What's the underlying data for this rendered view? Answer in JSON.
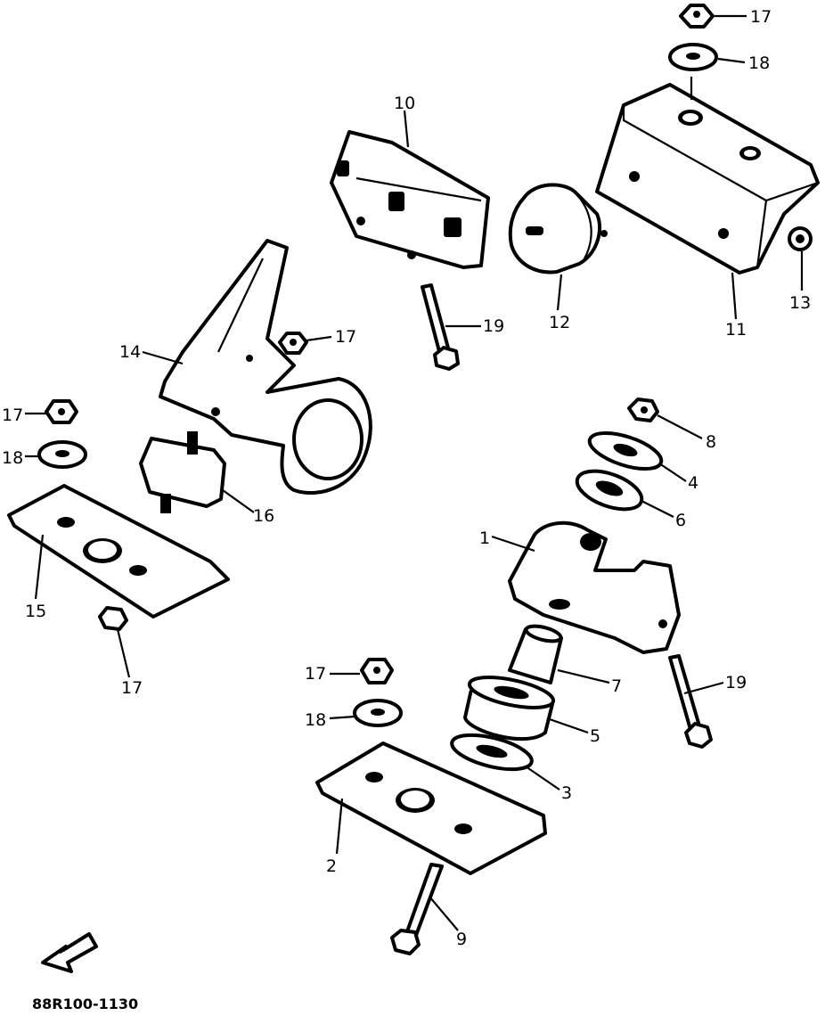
{
  "diagram": {
    "drawing_code": "88R100-1130",
    "direction_arrow_label": "FWD",
    "callouts": {
      "p1": "1",
      "p2": "2",
      "p3": "3",
      "p4": "4",
      "p5": "5",
      "p6": "6",
      "p7": "7",
      "p8": "8",
      "p9": "9",
      "p10": "10",
      "p11": "11",
      "p12": "12",
      "p13": "13",
      "p14": "14",
      "p15": "15",
      "p16": "16",
      "p17": "17",
      "p18": "18",
      "p19": "19"
    }
  }
}
